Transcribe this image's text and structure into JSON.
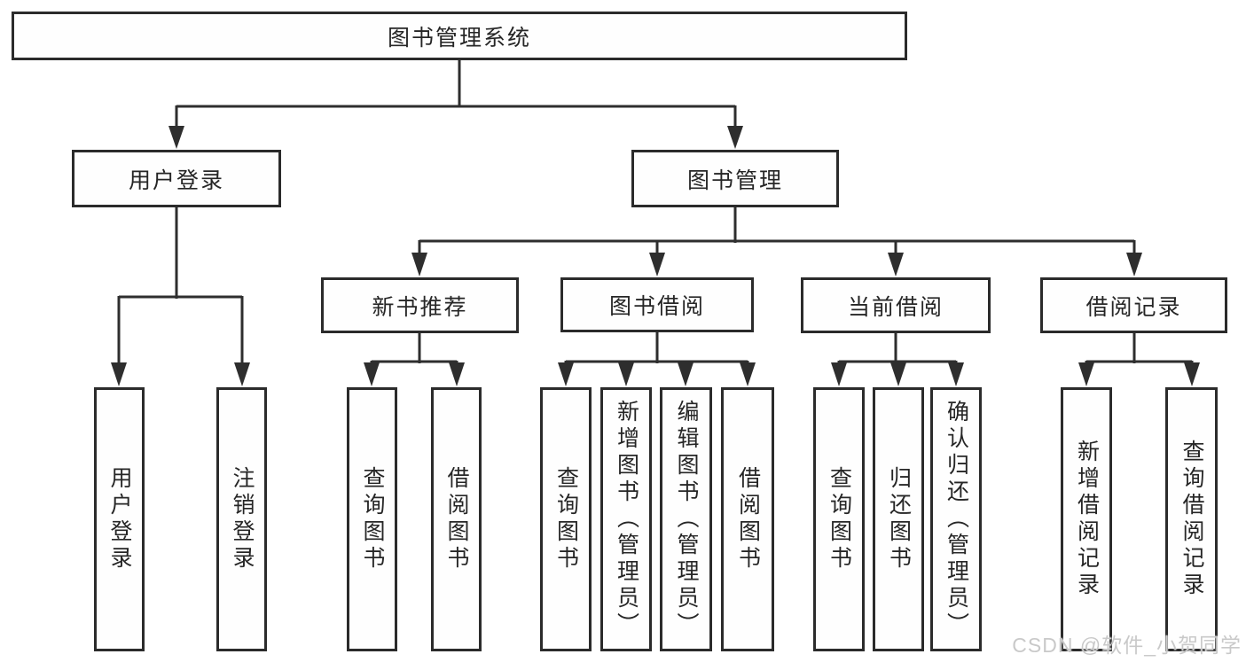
{
  "page": {
    "background": "#ffffff",
    "line_color": "#2e2e2e",
    "box_border_color": "#2b2b2b",
    "text_color": "#262626"
  },
  "watermark": {
    "text": "CSDN @软件_小贺同学",
    "color": "#c9c9c9"
  },
  "tree": {
    "root": {
      "label": "图书管理系统"
    },
    "branches": [
      {
        "label": "用户登录",
        "children": [
          {
            "label": "用户登录"
          },
          {
            "label": "注销登录"
          }
        ]
      },
      {
        "label": "图书管理",
        "children": [
          {
            "label": "新书推荐",
            "children": [
              {
                "label": "查询图书"
              },
              {
                "label": "借阅图书"
              }
            ]
          },
          {
            "label": "图书借阅",
            "children": [
              {
                "label": "查询图书"
              },
              {
                "label": "新增图书（管理员）"
              },
              {
                "label": "编辑图书（管理员）"
              },
              {
                "label": "借阅图书"
              }
            ]
          },
          {
            "label": "当前借阅",
            "children": [
              {
                "label": "查询图书"
              },
              {
                "label": "归还图书"
              },
              {
                "label": "确认归还（管理员）"
              }
            ]
          },
          {
            "label": "借阅记录",
            "children": [
              {
                "label": "新增借阅记录"
              },
              {
                "label": "查询借阅记录"
              }
            ]
          }
        ]
      }
    ]
  }
}
